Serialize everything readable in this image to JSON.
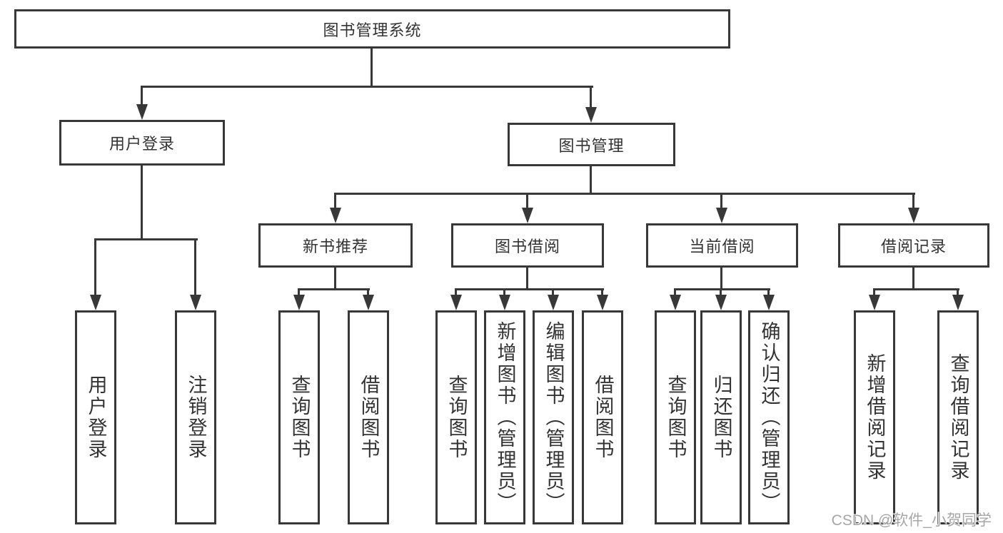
{
  "tree": {
    "root": {
      "label": "图书管理系统"
    },
    "branches": [
      {
        "label": "用户登录",
        "children": [
          {
            "label": "用户登录"
          },
          {
            "label": "注销登录"
          }
        ]
      },
      {
        "label": "图书管理",
        "groups": [
          {
            "label": "新书推荐",
            "children": [
              {
                "label": "查询图书"
              },
              {
                "label": "借阅图书"
              }
            ]
          },
          {
            "label": "图书借阅",
            "children": [
              {
                "label": "查询图书"
              },
              {
                "label": "新增图书（管理员）"
              },
              {
                "label": "编辑图书（管理员）"
              },
              {
                "label": "借阅图书"
              }
            ]
          },
          {
            "label": "当前借阅",
            "children": [
              {
                "label": "查询图书"
              },
              {
                "label": "归还图书"
              },
              {
                "label": "确认归还（管理员）"
              }
            ]
          },
          {
            "label": "借阅记录",
            "children": [
              {
                "label": "新增借阅记录"
              },
              {
                "label": "查询借阅记录"
              }
            ]
          }
        ]
      }
    ]
  },
  "watermark": "CSDN @软件_小贺同学",
  "colors": {
    "line": "#383838",
    "text": "#333333",
    "watermark": "#a6a6a6",
    "background": "#ffffff"
  }
}
